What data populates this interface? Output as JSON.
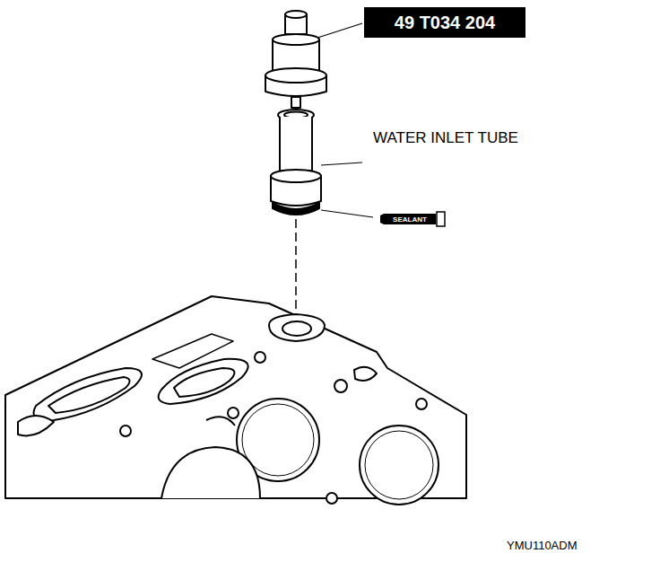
{
  "diagram": {
    "nodes": [
      {
        "text": [
          "49 T034 204"
        ]
      },
      {
        "text": [
          "SEALANT"
        ]
      }
    ],
    "labels": [
      "WATER INLET TUBE",
      "YMU110ADM"
    ]
  }
}
